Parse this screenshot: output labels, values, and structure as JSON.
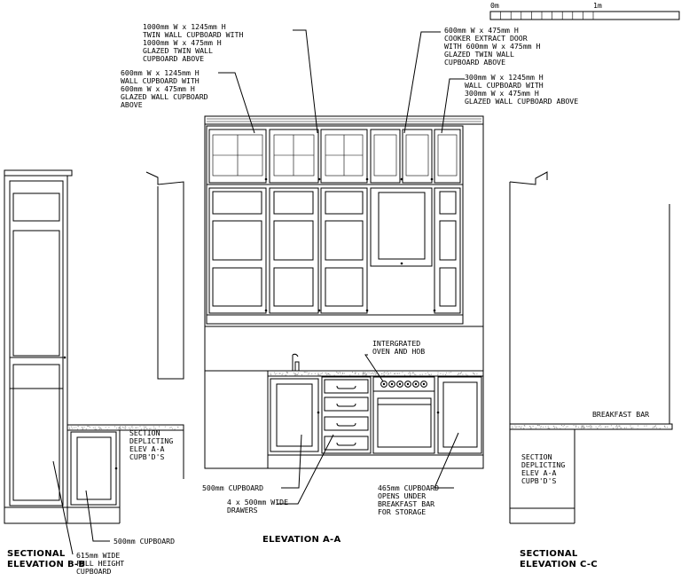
{
  "scale_bar": {
    "start_label": "0m",
    "end_label": "1m"
  },
  "notes": {
    "twin_wall": [
      "1000mm W x 1245mm H",
      "TWIN WALL CUPBOARD WITH",
      "1000mm W x 475mm H",
      "GLAZED  TWIN WALL",
      "CUPBOARD ABOVE"
    ],
    "wall_600": [
      "600mm W x 1245mm H",
      "WALL CUPBOARD WITH",
      "600mm W x 475mm H",
      "GLAZED WALL CUPBOARD",
      "ABOVE"
    ],
    "cooker_extract": [
      "600mm W x 475mm H",
      "COOKER EXTRACT DOOR",
      "WITH 600mm W x 475mm H",
      "GLAZED TWIN WALL",
      "CUPBOARD ABOVE"
    ],
    "wall_300": [
      "300mm W x 1245mm H",
      "WALL CUPBOARD WITH",
      "300mm W x 475mm H",
      "GLAZED WALL CUPBOARD ABOVE"
    ],
    "oven_hob": [
      "INTERGRATED",
      "OVEN AND HOB"
    ],
    "breakfast_bar": [
      "BREAKFAST BAR"
    ],
    "section_b": [
      "SECTION",
      "DEPLICTING",
      "ELEV A-A",
      "CUPB'D'S"
    ],
    "section_c": [
      "SECTION",
      "DEPLICTING",
      "ELEV A-A",
      "CUPB'D'S"
    ],
    "cupboard_500_a": [
      "500mm CUPBOARD"
    ],
    "drawers": [
      "4 x 500mm WIDE",
      "DRAWERS"
    ],
    "cupboard_465": [
      "465mm CUPBOARD",
      "OPENS UNDER",
      "BREAKFAST BAR",
      "FOR STORAGE"
    ],
    "cupboard_500_b": [
      "500mm CUPBOARD"
    ],
    "full_height": [
      "615mm WIDE",
      "FULL HEIGHT",
      "CUPBOARD"
    ]
  },
  "titles": {
    "elevation_aa": "ELEVATION A-A",
    "section_bb": [
      "SECTIONAL",
      "ELEVATION B-B"
    ],
    "section_cc": [
      "SECTIONAL",
      "ELEVATION C-C"
    ]
  }
}
